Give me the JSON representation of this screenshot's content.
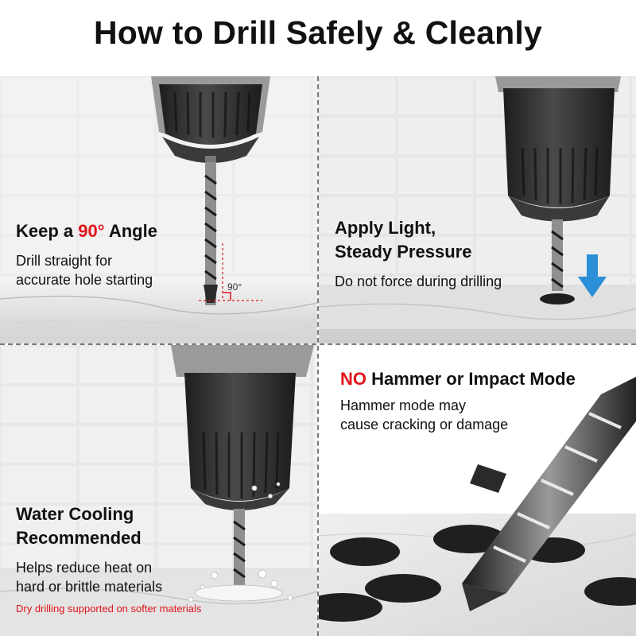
{
  "title": "How to Drill Safely & Cleanly",
  "panels": {
    "angle": {
      "heading_prefix": "Keep a ",
      "heading_highlight": "90°",
      "heading_suffix": " Angle",
      "body_line1": "Drill straight for",
      "body_line2": "accurate hole starting",
      "angle_label": "90°"
    },
    "pressure": {
      "heading_line1": "Apply Light,",
      "heading_line2": "Steady Pressure",
      "body": "Do not force during drilling"
    },
    "water": {
      "heading_line1": "Water Cooling",
      "heading_line2": "Recommended",
      "body_line1": "Helps reduce heat on",
      "body_line2": "hard or brittle materials",
      "note": "Dry drilling supported on softer materials"
    },
    "hammer": {
      "heading_highlight": "NO",
      "heading_rest": " Hammer or Impact Mode",
      "body_line1": "Hammer mode may",
      "body_line2": "cause cracking or damage"
    }
  },
  "colors": {
    "accent_red": "#e0141a",
    "arrow_blue": "#2a8fd6",
    "chuck_dark": "#2e2e2e",
    "tile_bg": "#e9e9e9"
  },
  "icons": {
    "drill": "drill-chuck-icon",
    "arrow": "down-arrow-icon",
    "angle": "right-angle-icon"
  }
}
